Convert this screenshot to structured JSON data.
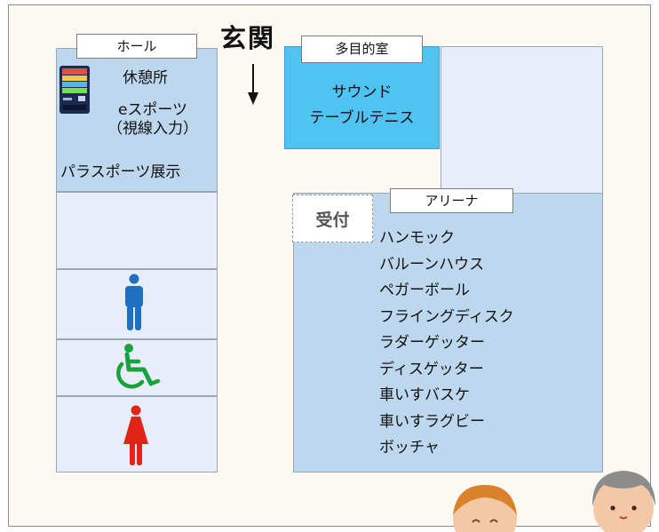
{
  "entrance": {
    "label": "玄関"
  },
  "hall": {
    "label": "ホール",
    "rest_area": "休憩所",
    "esports_line1": "eスポーツ",
    "esports_line2": "（視線入力）",
    "para_sports": "パラスポーツ展示",
    "vending_machine_icon": "vending-machine-icon"
  },
  "restrooms": {
    "men_icon": "male-restroom-icon",
    "accessible_icon": "wheelchair-icon",
    "women_icon": "female-restroom-icon",
    "colors": {
      "men": "#1f6fc2",
      "accessible": "#19a23c",
      "women": "#e02416"
    }
  },
  "multipurpose_room": {
    "label": "多目的室",
    "activity_line1": "サウンド",
    "activity_line2": "テーブルテニス",
    "color": "#4fc3f1"
  },
  "arena": {
    "label": "アリーナ",
    "reception": "受付",
    "activities": [
      "ハンモック",
      "バルーンハウス",
      "ペガーボール",
      "フライングディスク",
      "ラダーゲッター",
      "ディスゲッター",
      "車いすバスケ",
      "車いすラグビー",
      "ボッチャ"
    ]
  },
  "colors": {
    "room_blue": "#bdd7ee",
    "room_pale": "#e7eef9",
    "background": "#fbf9f1"
  }
}
